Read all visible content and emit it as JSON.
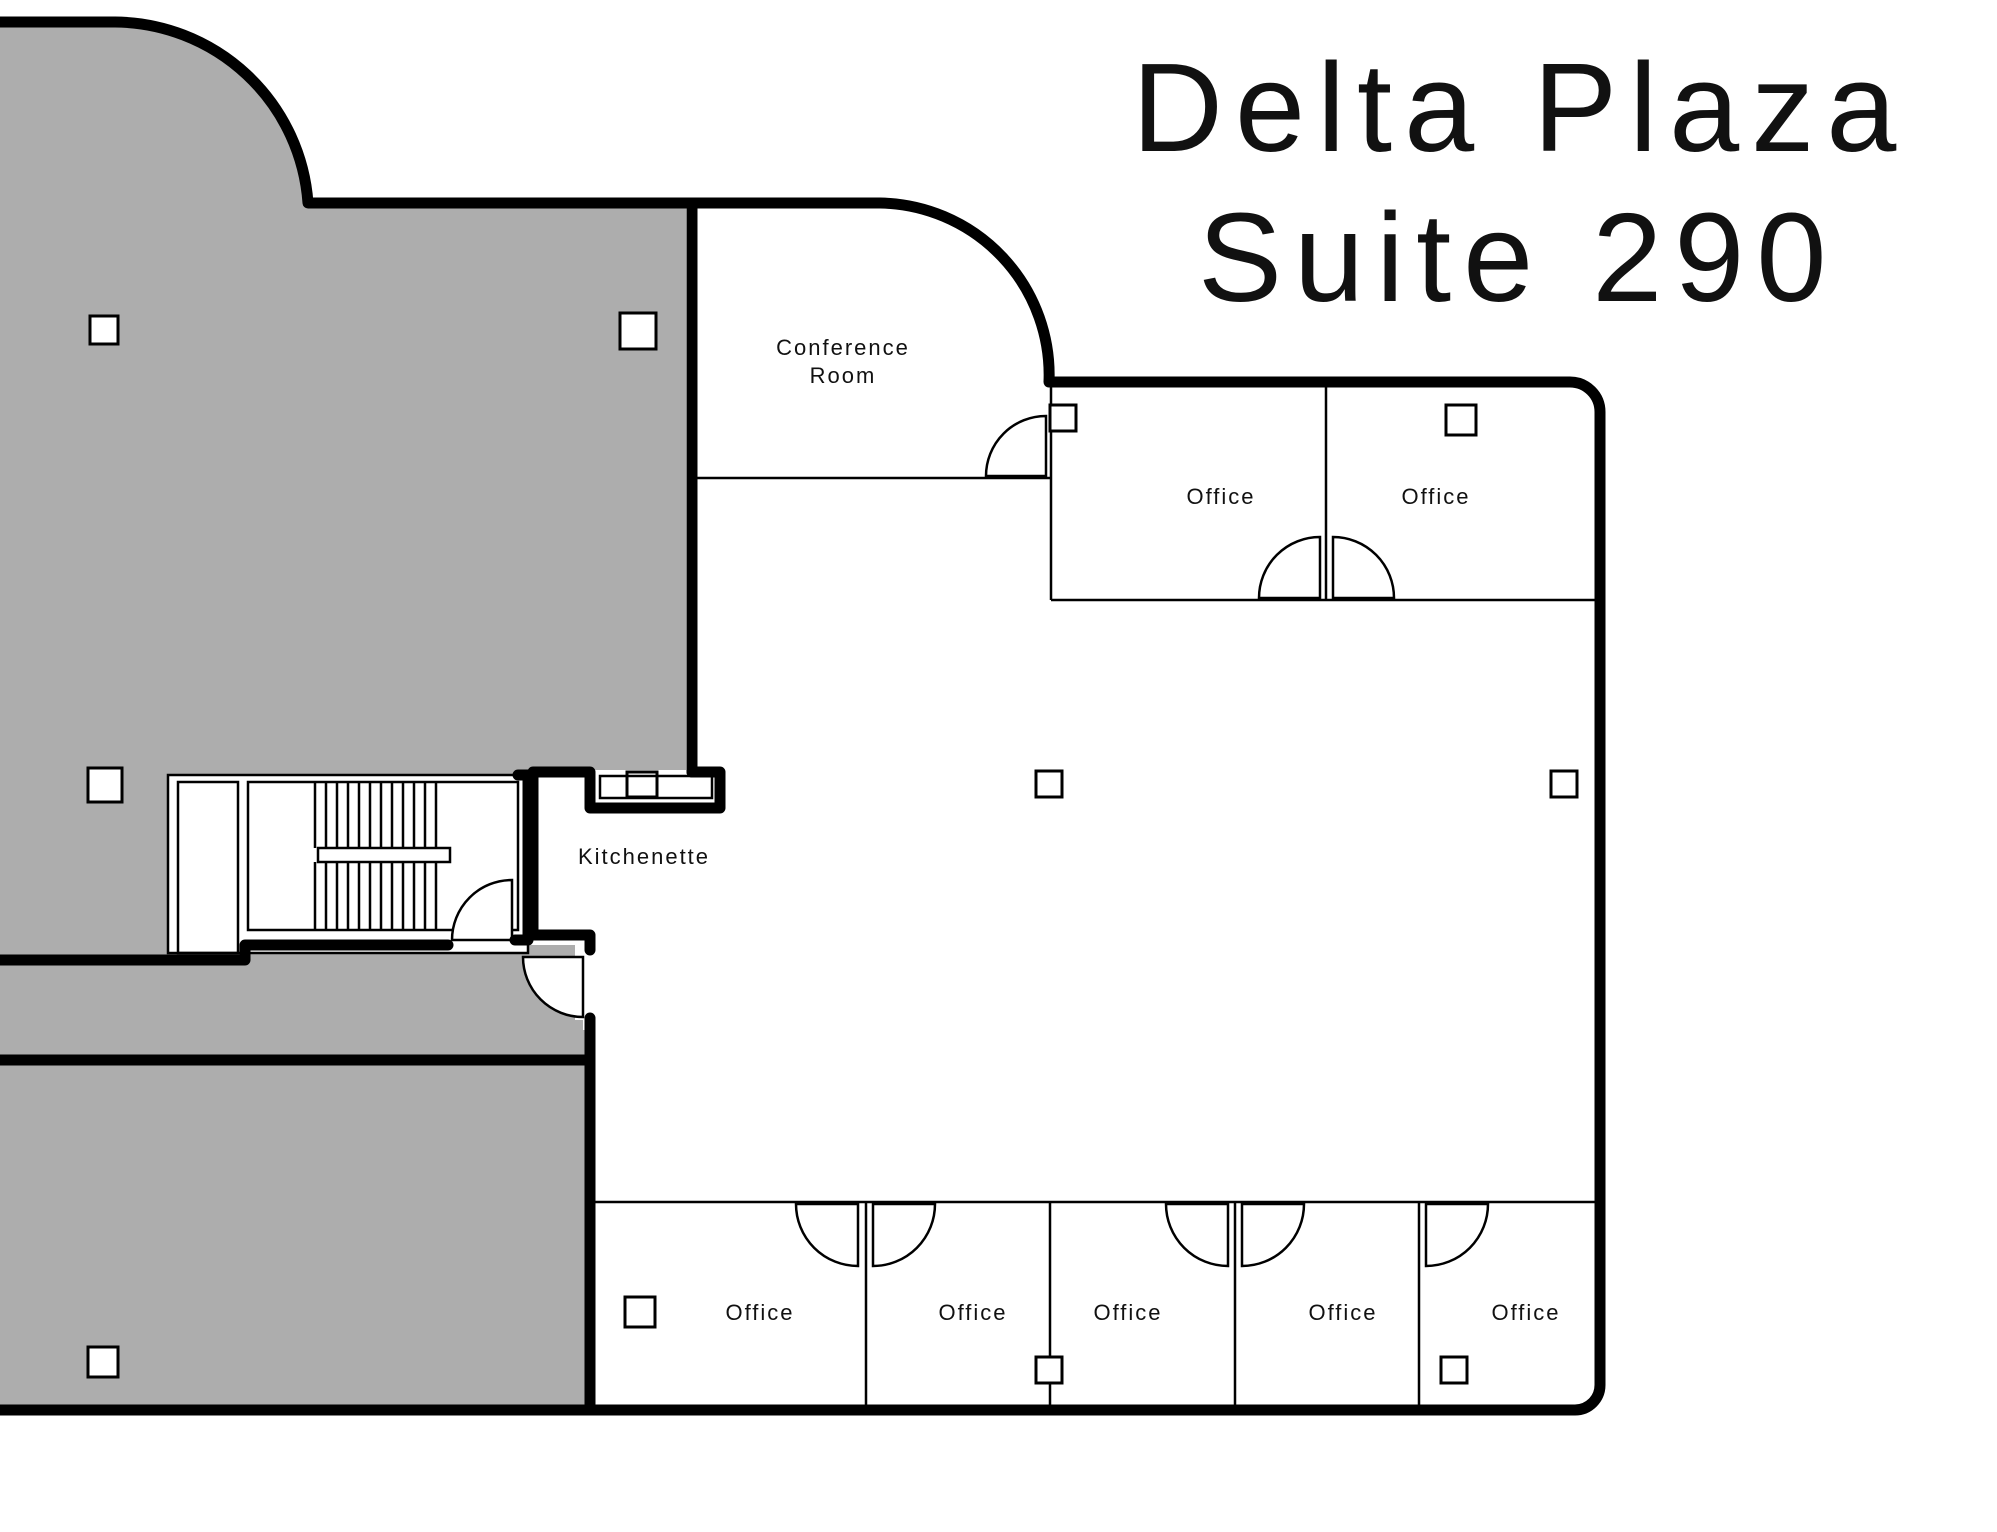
{
  "title": {
    "line1": "Delta Plaza",
    "line2": "Suite 290"
  },
  "rooms": {
    "conference_line1": "Conference",
    "conference_line2": "Room",
    "kitchenette": "Kitchenette",
    "office": "Office"
  },
  "colors": {
    "other_tenant_fill": "#adadad",
    "suite_fill": "#ffffff",
    "wall": "#000000"
  }
}
